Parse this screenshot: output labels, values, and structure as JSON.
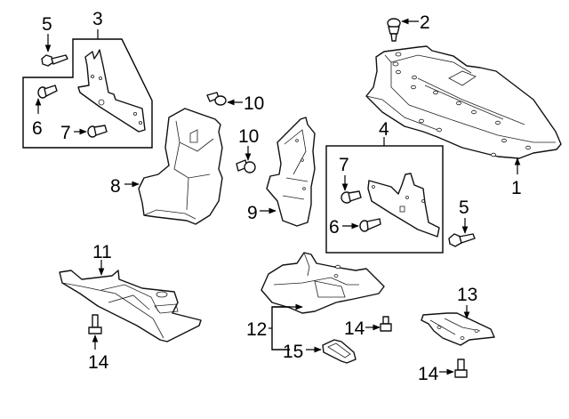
{
  "diagram": {
    "type": "exploded-parts-diagram",
    "subject": "Splash shields / undercovers",
    "callouts": [
      {
        "id": "c1",
        "label": "1"
      },
      {
        "id": "c2",
        "label": "2"
      },
      {
        "id": "c3",
        "label": "3"
      },
      {
        "id": "c4",
        "label": "4"
      },
      {
        "id": "c5a",
        "label": "5"
      },
      {
        "id": "c5b",
        "label": "5"
      },
      {
        "id": "c6a",
        "label": "6"
      },
      {
        "id": "c6b",
        "label": "6"
      },
      {
        "id": "c7a",
        "label": "7"
      },
      {
        "id": "c7b",
        "label": "7"
      },
      {
        "id": "c8",
        "label": "8"
      },
      {
        "id": "c9",
        "label": "9"
      },
      {
        "id": "c10a",
        "label": "10"
      },
      {
        "id": "c10b",
        "label": "10"
      },
      {
        "id": "c11",
        "label": "11"
      },
      {
        "id": "c12",
        "label": "12"
      },
      {
        "id": "c13",
        "label": "13"
      },
      {
        "id": "c14a",
        "label": "14"
      },
      {
        "id": "c14b",
        "label": "14"
      },
      {
        "id": "c14c",
        "label": "14"
      },
      {
        "id": "c15",
        "label": "15"
      }
    ],
    "parts": [
      {
        "label": "1",
        "name": "front-undercover"
      },
      {
        "label": "2",
        "name": "push-clip"
      },
      {
        "label": "3",
        "name": "left-deflector-kit"
      },
      {
        "label": "4",
        "name": "right-deflector-kit"
      },
      {
        "label": "5",
        "name": "bolt"
      },
      {
        "label": "6",
        "name": "clip"
      },
      {
        "label": "7",
        "name": "screw"
      },
      {
        "label": "8",
        "name": "left-splash-shield"
      },
      {
        "label": "9",
        "name": "right-splash-shield"
      },
      {
        "label": "10",
        "name": "clip"
      },
      {
        "label": "11",
        "name": "center-undercover"
      },
      {
        "label": "12",
        "name": "engine-undercover-group"
      },
      {
        "label": "13",
        "name": "rear-undercover"
      },
      {
        "label": "14",
        "name": "bolt"
      },
      {
        "label": "15",
        "name": "service-cover"
      }
    ]
  }
}
